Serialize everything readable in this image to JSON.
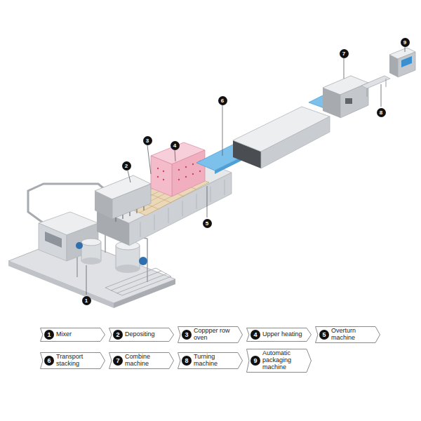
{
  "diagram": {
    "nodes": [
      {
        "text": [
          "Mixer"
        ]
      },
      {
        "text": [
          "1"
        ],
        "in": 0
      },
      {
        "text": [
          "Depositing"
        ]
      },
      {
        "text": [
          "2"
        ],
        "in": 2
      },
      {
        "text": [
          "Coppper row oven"
        ]
      },
      {
        "text": [
          "3"
        ],
        "in": 4
      },
      {
        "text": [
          "Upper heating"
        ]
      },
      {
        "text": [
          "4"
        ],
        "in": 6
      },
      {
        "text": [
          "Overturn machine"
        ]
      },
      {
        "text": [
          "5"
        ],
        "in": 8
      },
      {
        "text": [
          "Transport stacking"
        ]
      },
      {
        "text": [
          "6"
        ],
        "in": 10
      },
      {
        "text": [
          "Combine machine"
        ]
      },
      {
        "text": [
          "7"
        ],
        "in": 12
      },
      {
        "text": [
          "Turning machine"
        ]
      },
      {
        "text": [
          "8"
        ],
        "in": 14
      },
      {
        "text": [
          "Automatic packaging machine"
        ]
      },
      {
        "text": [
          "9"
        ],
        "in": 16
      }
    ],
    "labels": [
      "1",
      "2",
      "3",
      "4",
      "5",
      "6",
      "7",
      "8",
      "9"
    ]
  }
}
